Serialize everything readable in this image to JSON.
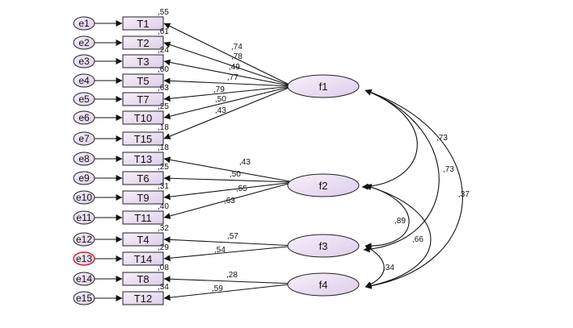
{
  "errors": [
    {
      "id": "e1",
      "label": "e1"
    },
    {
      "id": "e2",
      "label": "e2"
    },
    {
      "id": "e3",
      "label": "e3"
    },
    {
      "id": "e4",
      "label": "e4"
    },
    {
      "id": "e5",
      "label": "e5"
    },
    {
      "id": "e6",
      "label": "e6"
    },
    {
      "id": "e7",
      "label": "e7"
    },
    {
      "id": "e8",
      "label": "e8"
    },
    {
      "id": "e9",
      "label": "e9"
    },
    {
      "id": "e10",
      "label": "e10"
    },
    {
      "id": "e11",
      "label": "e11"
    },
    {
      "id": "e12",
      "label": "e12"
    },
    {
      "id": "e13",
      "label": "e13",
      "highlight": "#d42020"
    },
    {
      "id": "e14",
      "label": "e14"
    },
    {
      "id": "e15",
      "label": "e15"
    }
  ],
  "indicators": [
    {
      "label": "T1",
      "r2": ",55"
    },
    {
      "label": "T2",
      "r2": ",61"
    },
    {
      "label": "T3",
      "r2": ",24"
    },
    {
      "label": "T5",
      "r2": ",60"
    },
    {
      "label": "T7",
      "r2": ",63"
    },
    {
      "label": "T10",
      "r2": ",25"
    },
    {
      "label": "T15",
      "r2": ",18"
    },
    {
      "label": "T13",
      "r2": ",18"
    },
    {
      "label": "T6",
      "r2": ",25"
    },
    {
      "label": "T9",
      "r2": ",31"
    },
    {
      "label": "T11",
      "r2": ",40"
    },
    {
      "label": "T4",
      "r2": ",32"
    },
    {
      "label": "T14",
      "r2": ",29"
    },
    {
      "label": "T8",
      "r2": ",08"
    },
    {
      "label": "T12",
      "r2": ",34"
    }
  ],
  "factors": [
    {
      "id": "f1",
      "label": "f1"
    },
    {
      "id": "f2",
      "label": "f2"
    },
    {
      "id": "f3",
      "label": "f3"
    },
    {
      "id": "f4",
      "label": "f4"
    }
  ],
  "loadings": [
    {
      "factor": "f1",
      "indicator": "T1",
      "value": ",74"
    },
    {
      "factor": "f1",
      "indicator": "T2",
      "value": ",78"
    },
    {
      "factor": "f1",
      "indicator": "T3",
      "value": ",49"
    },
    {
      "factor": "f1",
      "indicator": "T5",
      "value": ",77"
    },
    {
      "factor": "f1",
      "indicator": "T7",
      "value": ",79"
    },
    {
      "factor": "f1",
      "indicator": "T10",
      "value": ",50"
    },
    {
      "factor": "f1",
      "indicator": "T15",
      "value": ",43"
    },
    {
      "factor": "f2",
      "indicator": "T13",
      "value": ",43"
    },
    {
      "factor": "f2",
      "indicator": "T6",
      "value": ",50"
    },
    {
      "factor": "f2",
      "indicator": "T9",
      "value": ",55"
    },
    {
      "factor": "f2",
      "indicator": "T11",
      "value": ",63"
    },
    {
      "factor": "f3",
      "indicator": "T4",
      "value": ",57"
    },
    {
      "factor": "f3",
      "indicator": "T14",
      "value": ",54"
    },
    {
      "factor": "f4",
      "indicator": "T8",
      "value": ",28"
    },
    {
      "factor": "f4",
      "indicator": "T12",
      "value": ",59"
    }
  ],
  "covariances": [
    {
      "from": "f1",
      "to": "f2",
      "value": ",73"
    },
    {
      "from": "f1",
      "to": "f3",
      "value": ",73"
    },
    {
      "from": "f1",
      "to": "f4",
      "value": ",37"
    },
    {
      "from": "f2",
      "to": "f3",
      "value": ",89"
    },
    {
      "from": "f2",
      "to": "f4",
      "value": ",66"
    },
    {
      "from": "f3",
      "to": "f4",
      "value": ",34"
    }
  ],
  "colors": {
    "node_fill": "#e8dcf0",
    "node_stroke": "#222222",
    "line": "#111111",
    "text": "#111111"
  }
}
